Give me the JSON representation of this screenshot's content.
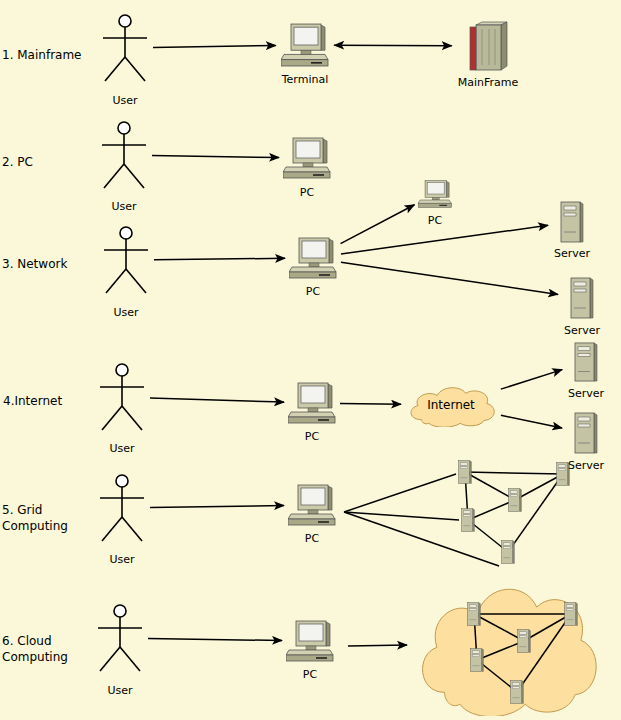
{
  "diagram": {
    "nodes": [
      {
        "text": [
          "User"
        ]
      },
      {
        "text": [
          "Terminal"
        ]
      },
      {
        "text": [
          "MainFrame"
        ]
      },
      {
        "text": [
          "User"
        ]
      },
      {
        "text": [
          "PC"
        ]
      },
      {
        "text": [
          "User"
        ]
      },
      {
        "text": [
          "PC"
        ]
      },
      {
        "text": [
          "PC"
        ]
      },
      {
        "text": [
          "Server"
        ]
      },
      {
        "text": [
          "Server"
        ]
      },
      {
        "text": [
          "User"
        ]
      },
      {
        "text": [
          "PC"
        ]
      },
      {
        "text": [
          "Internet"
        ]
      },
      {
        "text": [
          "Server"
        ]
      },
      {
        "text": [
          "Server"
        ]
      },
      {
        "text": [
          "User"
        ]
      },
      {
        "text": [
          "PC"
        ]
      },
      {
        "text": [
          "User"
        ]
      },
      {
        "text": [
          "PC"
        ]
      }
    ],
    "edges": [
      {
        "from": 0,
        "to": 1,
        "arrow": "to"
      },
      {
        "from": 1,
        "to": 2,
        "arrow": "both"
      },
      {
        "from": 3,
        "to": 4,
        "arrow": "to"
      },
      {
        "from": 5,
        "to": 6,
        "arrow": "to"
      },
      {
        "from": 6,
        "to": 7,
        "arrow": "to"
      },
      {
        "from": 6,
        "to": 8,
        "arrow": "to"
      },
      {
        "from": 6,
        "to": 9,
        "arrow": "to"
      },
      {
        "from": 10,
        "to": 11,
        "arrow": "to"
      },
      {
        "from": 11,
        "to": 12,
        "arrow": "to"
      },
      {
        "from": 12,
        "to": 13,
        "arrow": "to"
      },
      {
        "from": 12,
        "to": 14,
        "arrow": "to"
      },
      {
        "from": 15,
        "to": 16,
        "arrow": "to"
      },
      {
        "from": 17,
        "to": 18,
        "arrow": "to"
      }
    ],
    "labels": [
      "1. Mainframe",
      "2. PC",
      "3. Network",
      "4.Internet",
      "5. Grid Computing",
      "6. Cloud Computing"
    ]
  }
}
